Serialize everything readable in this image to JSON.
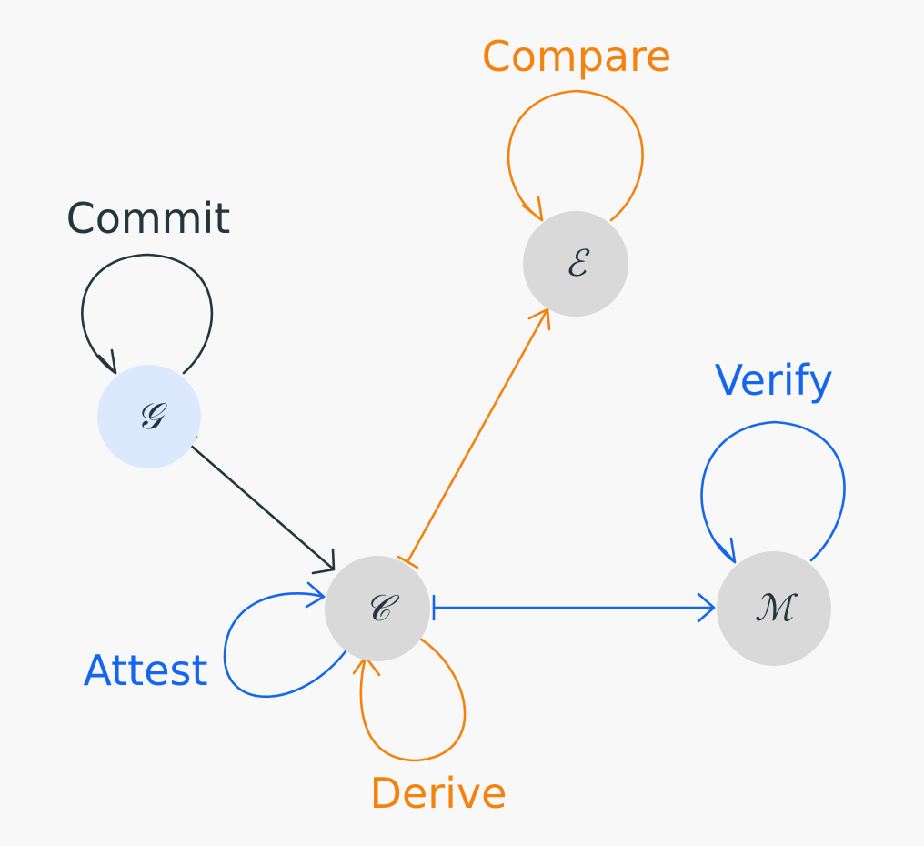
{
  "colors": {
    "background": "#f8f8f8",
    "dark": "#23363c",
    "orange": "#f5820d",
    "blue": "#1466f0",
    "node_gray": "#d9d9d9",
    "node_blue": "#dbe8fd"
  },
  "nodes": {
    "G": {
      "symbol": "𝒢"
    },
    "C": {
      "symbol": "𝒞"
    },
    "E": {
      "symbol": "ℰ"
    },
    "M": {
      "symbol": "ℳ"
    }
  },
  "loops": {
    "commit": "Commit",
    "compare": "Compare",
    "verify": "Verify",
    "attest": "Attest",
    "derive": "Derive"
  },
  "edges": [
    {
      "from": "G",
      "to": "C"
    },
    {
      "from": "C",
      "to": "E"
    },
    {
      "from": "C",
      "to": "M"
    }
  ]
}
